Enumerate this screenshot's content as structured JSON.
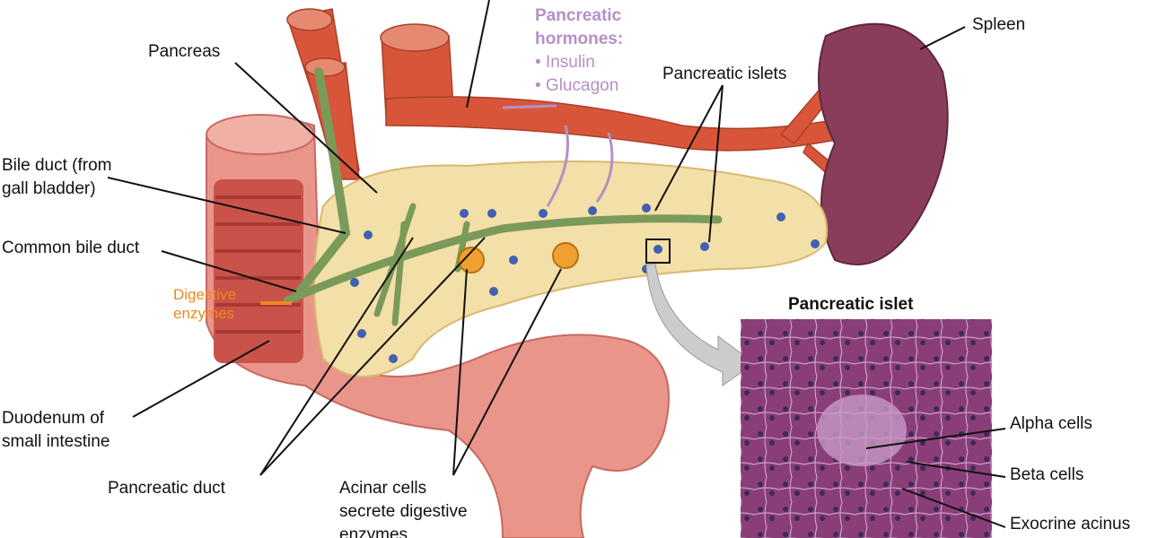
{
  "labels": {
    "pancreas": "Pancreas",
    "bile_duct_1": "Bile duct (from",
    "bile_duct_2": "gall bladder)",
    "common_bile_duct": "Common bile duct",
    "digestive_enzymes_1": "Digestive",
    "digestive_enzymes_2": "enzymes",
    "duodenum_1": "Duodenum of",
    "duodenum_2": "small intestine",
    "pancreatic_duct": "Pancreatic duct",
    "acinar_1": "Acinar cells",
    "acinar_2": "secrete digestive",
    "acinar_3": "enzymes",
    "hormones_1": "Pancreatic",
    "hormones_2": "hormones:",
    "insulin": "• Insulin",
    "glucagon": "• Glucagon",
    "pancreatic_islets": "Pancreatic islets",
    "spleen": "Spleen",
    "islet_title": "Pancreatic islet",
    "alpha_cells": "Alpha cells",
    "beta_cells": "Beta cells",
    "exocrine_acinus": "Exocrine acinus"
  },
  "colors": {
    "vessel": "#d9553a",
    "duct": "#7a9a5a",
    "pancreas": "#f3dfa8",
    "duodenum": "#e9958a",
    "spleen": "#8a3d5a",
    "hormone": "#b58fc8",
    "enzyme": "#f0871f",
    "micrograph": "#8a3e78"
  }
}
